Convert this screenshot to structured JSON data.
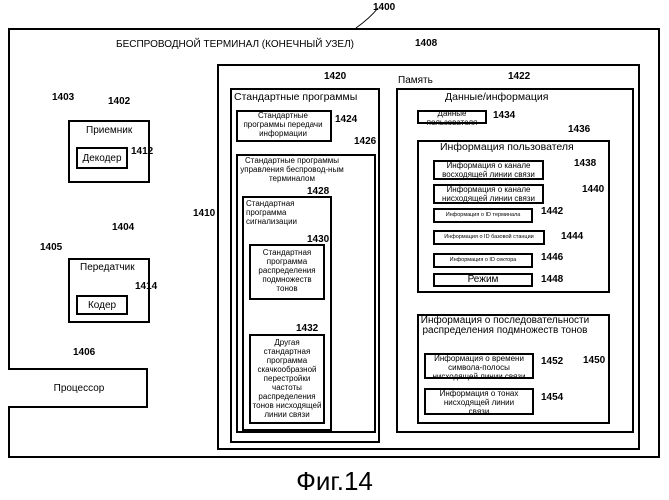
{
  "terminal": {
    "number": "1400",
    "title": "БЕСПРОВОДНОЙ ТЕРМИНАЛ (КОНЕЧНЫЙ УЗЕЛ)"
  },
  "bus": {
    "number": "1410"
  },
  "receiver": {
    "number": "1402",
    "label": "Приемник",
    "antenna_number": "1403",
    "decoder": {
      "number": "1412",
      "label": "Декодер"
    }
  },
  "transmitter": {
    "number": "1404",
    "label": "Передатчик",
    "antenna_number": "1405",
    "encoder": {
      "number": "1414",
      "label": "Кодер"
    }
  },
  "processor": {
    "number": "1406",
    "label": "Процессор"
  },
  "memory": {
    "number": "1408",
    "label": "Память"
  },
  "routines": {
    "number": "1420",
    "label": "Стандартные программы",
    "comm": {
      "number": "1424",
      "label": "Стандартные программы передачи информации"
    },
    "control": {
      "number": "1426",
      "label": "Стандартные программы управления беспровод-ным терминалом"
    },
    "signaling": {
      "number": "1428",
      "label": "Стандартная программа сигнализации"
    },
    "allocation": {
      "number": "1430",
      "label": "Стандартная программа распределения подмножеств тонов"
    },
    "hopping": {
      "number": "1432",
      "label": "Другая стандартная программа скачкообразной перестройки частоты распределения тонов нисходящей линии связи"
    }
  },
  "data": {
    "number": "1422",
    "label": "Данные/информация",
    "user_data": {
      "number": "1434",
      "label": "Данные пользователя"
    },
    "user_info": {
      "number": "1436",
      "label": "Информация пользователя",
      "items": [
        {
          "number": "1438",
          "label": "Информация о канале восходящей линии связи"
        },
        {
          "number": "1440",
          "label": "Информация о канале нисходящей линии связи"
        },
        {
          "number": "1442",
          "label": "Информация о ID терминала"
        },
        {
          "number": "1444",
          "label": "Информация о ID базовой станции"
        },
        {
          "number": "1446",
          "label": "Информация о ID сектора"
        },
        {
          "number": "1448",
          "label": "Режим"
        }
      ]
    },
    "sequence": {
      "number": "1450",
      "label": "Информация о последовательности распределения подмножеств тонов",
      "symbol_time": {
        "number": "1452",
        "label": "Информация о времени символа-полосы нисходящей линии связи"
      },
      "tones": {
        "number": "1454",
        "label": "Информация о тонах нисходящей линии связи"
      }
    }
  },
  "figure": {
    "caption": "Фиг.14"
  }
}
